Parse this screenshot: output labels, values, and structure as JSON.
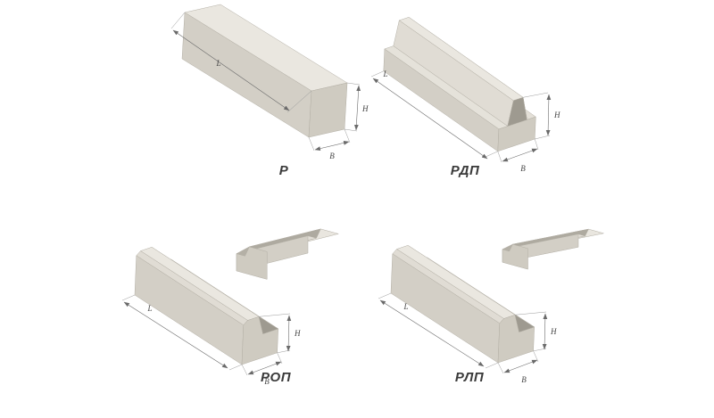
{
  "page": {
    "background": "#ffffff"
  },
  "figures": [
    {
      "id": "r",
      "caption": "Р",
      "dims": {
        "l": "L",
        "h": "H",
        "b": "В"
      }
    },
    {
      "id": "rdp",
      "caption": "РДП",
      "dims": {
        "l": "L",
        "h": "H",
        "b": "В"
      }
    },
    {
      "id": "rop",
      "caption": "РОП",
      "dims": {
        "l": "L",
        "h": "H",
        "b": "В"
      }
    },
    {
      "id": "rlp",
      "caption": "РЛП",
      "dims": {
        "l": "L",
        "h": "H",
        "b": "В"
      }
    }
  ],
  "colors": {
    "face_top": "#eae7e0",
    "face_light": "#e3dfd7",
    "face_slope": "#d9d5cc",
    "face_side": "#d3cfc6",
    "face_end": "#cfcbc1",
    "face_shadow": "#9e9a90",
    "outline": "#b3afa5",
    "dimension_line": "#6a6a6a",
    "caption_text": "#3a3a3a"
  }
}
